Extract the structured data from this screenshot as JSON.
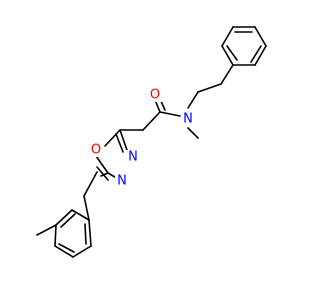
{
  "atoms": {
    "oxygen_carbonyl": "O",
    "nitrogen_amide": "N",
    "oxygen_ring": "O",
    "nitrogen_ring_top": "N",
    "nitrogen_ring_bottom": "N"
  },
  "colors": {
    "bond": "#000000",
    "oxygen": "#ff0000",
    "nitrogen": "#0000ff",
    "background": "#ffffff"
  }
}
